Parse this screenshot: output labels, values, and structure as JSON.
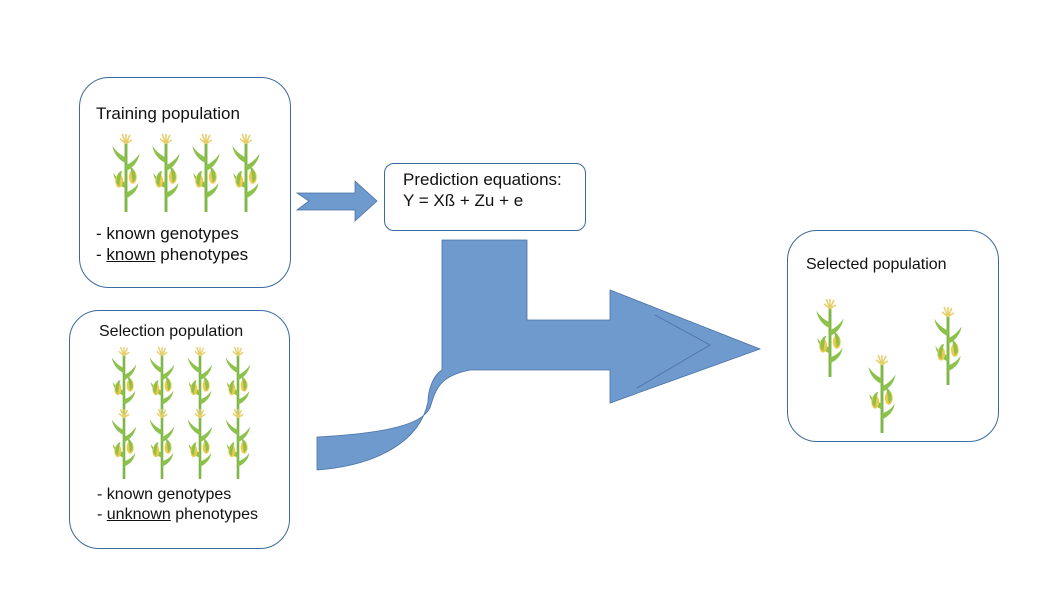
{
  "colors": {
    "arrow": "#6f9acd",
    "arrow_edge": "#4a72a8",
    "box_border": "#3b6aa0",
    "corn_leaf": "#8cc14c",
    "corn_cob": "#f0c94a",
    "corn_tassel": "#e6cf6a"
  },
  "icons": [
    "corn-plant-icon"
  ],
  "training": {
    "title": "Training population",
    "line1": "- known genotypes",
    "line2_prefix": "- ",
    "line2_underlined": "known",
    "line2_suffix": " phenotypes"
  },
  "selection": {
    "title": "Selection population",
    "line1": "- known genotypes",
    "line2_prefix": "- ",
    "line2_underlined": "unknown",
    "line2_suffix": " phenotypes"
  },
  "equations": {
    "title": "Prediction equations:",
    "formula": "Y = Xß + Zu + e"
  },
  "selected": {
    "title": "Selected population"
  }
}
